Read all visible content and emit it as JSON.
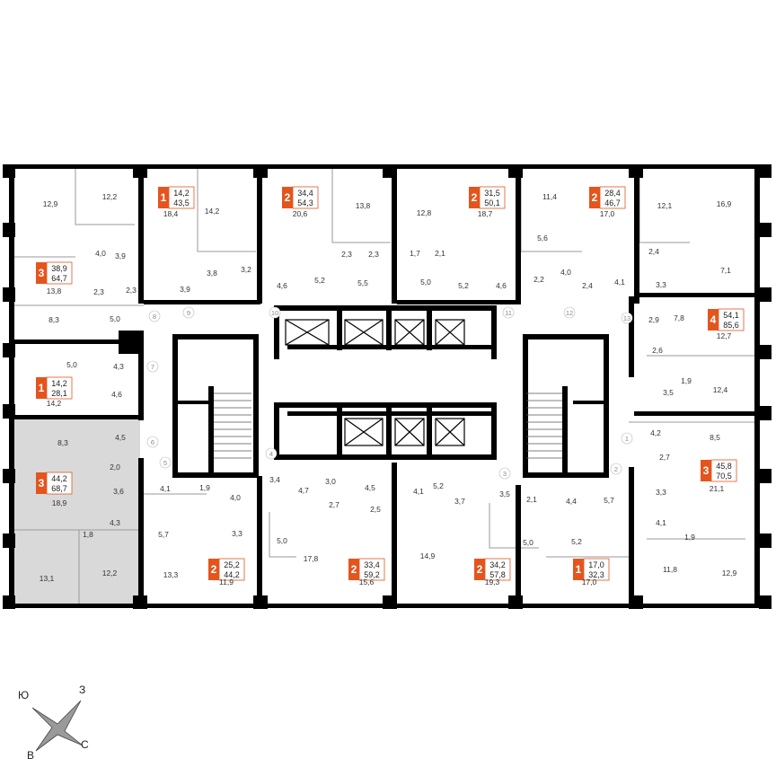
{
  "colors": {
    "accent": "#e4551e",
    "wall": "#000000",
    "highlight_fill": "#d9d9d9",
    "thin_line": "#9a9a9a"
  },
  "apartments": [
    {
      "id": "a1",
      "rooms": "3",
      "area_living": "38,9",
      "area_total": "64,7",
      "kitchen": "13,8",
      "highlighted": false
    },
    {
      "id": "a2",
      "rooms": "1",
      "area_living": "14,2",
      "area_total": "43,5",
      "kitchen": "18,4",
      "highlighted": false
    },
    {
      "id": "a3",
      "rooms": "2",
      "area_living": "34,4",
      "area_total": "54,3",
      "kitchen": "20,6",
      "highlighted": false
    },
    {
      "id": "a4",
      "rooms": "2",
      "area_living": "31,5",
      "area_total": "50,1",
      "kitchen": "18,7",
      "highlighted": false
    },
    {
      "id": "a5",
      "rooms": "2",
      "area_living": "28,4",
      "area_total": "46,7",
      "kitchen": "17,0",
      "highlighted": false
    },
    {
      "id": "a6",
      "rooms": "4",
      "area_living": "54,1",
      "area_total": "85,6",
      "kitchen": "12,7",
      "highlighted": false
    },
    {
      "id": "a7",
      "rooms": "1",
      "area_living": "14,2",
      "area_total": "28,1",
      "kitchen": "14,2",
      "highlighted": false
    },
    {
      "id": "a8",
      "rooms": "3",
      "area_living": "44,2",
      "area_total": "68,7",
      "kitchen": "18,9",
      "highlighted": true
    },
    {
      "id": "a9",
      "rooms": "2",
      "area_living": "25,2",
      "area_total": "44,2",
      "kitchen": "11,9",
      "highlighted": false
    },
    {
      "id": "a10",
      "rooms": "2",
      "area_living": "33,4",
      "area_total": "59,2",
      "kitchen": "15,6",
      "highlighted": false
    },
    {
      "id": "a11",
      "rooms": "2",
      "area_living": "34,2",
      "area_total": "57,8",
      "kitchen": "19,3",
      "highlighted": false
    },
    {
      "id": "a12",
      "rooms": "1",
      "area_living": "17,0",
      "area_total": "32,3",
      "kitchen": "17,0",
      "highlighted": false
    },
    {
      "id": "a13",
      "rooms": "3",
      "area_living": "45,8",
      "area_total": "70,5",
      "kitchen": "21,1",
      "highlighted": false
    }
  ],
  "room_labels": [
    "12,9",
    "12,2",
    "14,2",
    "13,8",
    "12,8",
    "11,4",
    "12,1",
    "16,9",
    "4,0",
    "3,9",
    "3,8",
    "3,2",
    "3,9",
    "4,6",
    "2,3",
    "2,3",
    "5,2",
    "5,5",
    "1,7",
    "2,1",
    "5,0",
    "5,2",
    "4,6",
    "5,6",
    "4,0",
    "2,2",
    "2,4",
    "4,1",
    "3,3",
    "2,4",
    "7,1",
    "2,3",
    "2,3",
    "8,3",
    "5,0",
    "2,9",
    "7,8",
    "2,6",
    "5,0",
    "4,3",
    "4,6",
    "3,5",
    "1,9",
    "12,4",
    "8,3",
    "4,5",
    "2,0",
    "3,6",
    "4,2",
    "8,5",
    "2,7",
    "4,1",
    "1,9",
    "4,0",
    "3,4",
    "4,7",
    "3,0",
    "4,5",
    "2,7",
    "2,5",
    "4,1",
    "5,2",
    "3,7",
    "3,5",
    "2,1",
    "4,4",
    "5,7",
    "3,3",
    "4,3",
    "5,7",
    "3,3",
    "5,0",
    "5,0",
    "5,2",
    "4,1",
    "1,9",
    "1,8",
    "13,1",
    "12,2",
    "13,3",
    "17,8",
    "14,9",
    "11,8",
    "12,9"
  ],
  "door_numbers": [
    "8",
    "9",
    "10",
    "11",
    "12",
    "13",
    "7",
    "6",
    "5",
    "4",
    "3",
    "2",
    "1"
  ],
  "compass": {
    "north": "З",
    "south": "В",
    "west": "Ю",
    "east": "С"
  }
}
